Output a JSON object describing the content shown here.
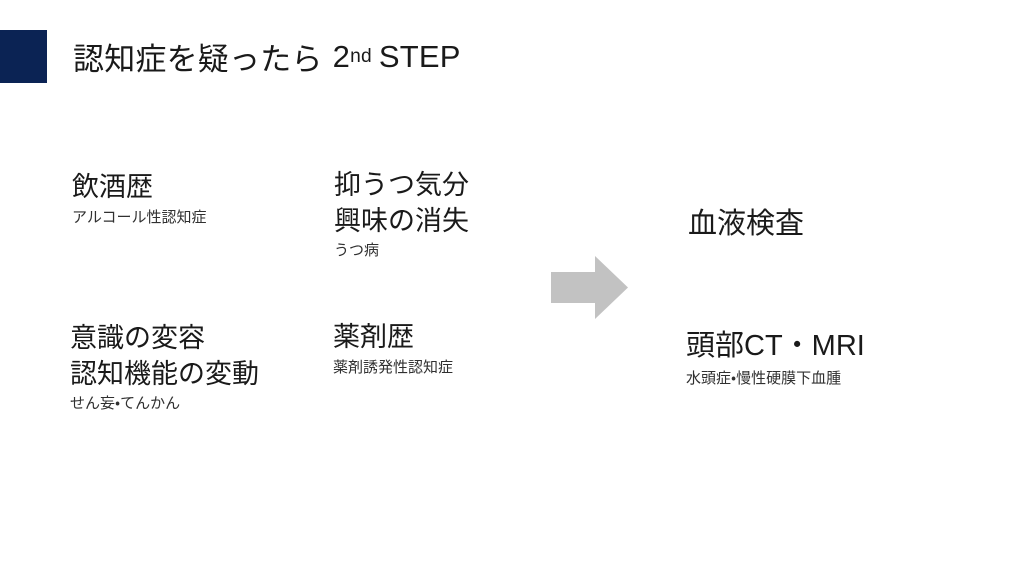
{
  "slide": {
    "title": {
      "main": "認知症を疑ったら",
      "step_number": "2",
      "step_ordinal_suffix": "nd",
      "step_word": "STEP",
      "accent_color": "#0b2354"
    },
    "background_color": "#ffffff",
    "text_color": "#1a1a1a"
  },
  "blocks": {
    "alcohol": {
      "heading": "飲酒歴",
      "subtitle": "アルコール性認知症"
    },
    "mood": {
      "heading_line1": "抑うつ気分",
      "heading_line2": "興味の消失",
      "subtitle": "うつ病"
    },
    "consciousness": {
      "heading_line1": "意識の変容",
      "heading_line2": "認知機能の変動",
      "subtitle": "せん妄・てんかん"
    },
    "medication": {
      "heading": "薬剤歴",
      "subtitle": "薬剤誘発性認知症"
    },
    "blood_test": {
      "heading": "血液検査",
      "subtitle": ""
    },
    "imaging": {
      "heading": "頭部CT・MRI",
      "subtitle": "水頭症・慢性硬膜下血腫"
    }
  },
  "arrow": {
    "direction": "right",
    "color": "#c2c2c2"
  }
}
